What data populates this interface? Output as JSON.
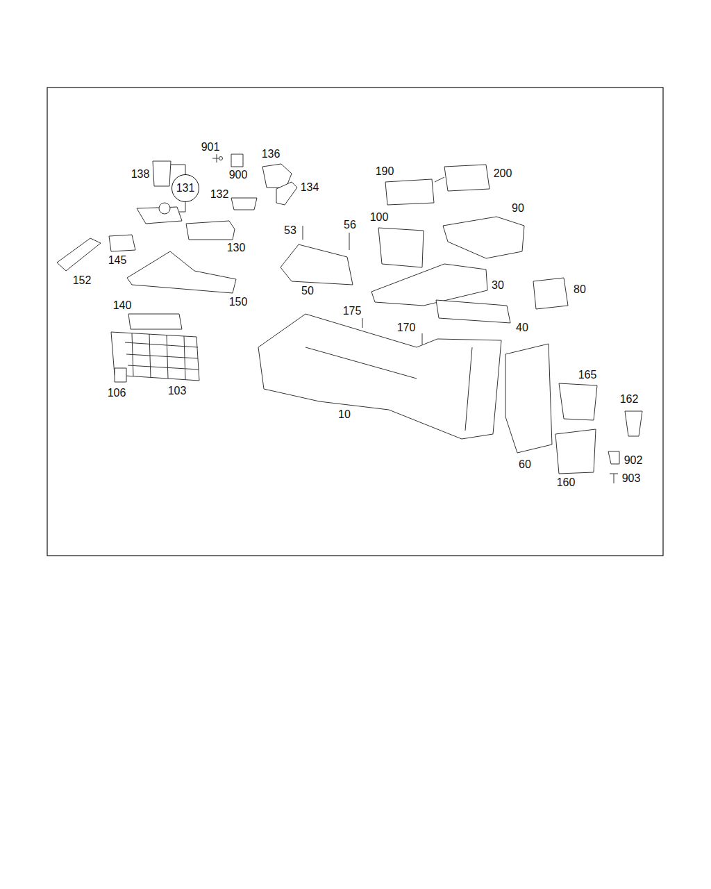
{
  "diagram": {
    "nodes": [
      {
        "text": [
          "131"
        ]
      }
    ],
    "labels": [
      "901",
      "136",
      "190",
      "200",
      "138",
      "900",
      "90",
      "132",
      "134",
      "53",
      "56",
      "100",
      "145",
      "130",
      "152",
      "150",
      "50",
      "30",
      "80",
      "140",
      "175",
      "170",
      "40",
      "10",
      "165",
      "162",
      "106",
      "103",
      "902",
      "60",
      "160",
      "903"
    ]
  }
}
